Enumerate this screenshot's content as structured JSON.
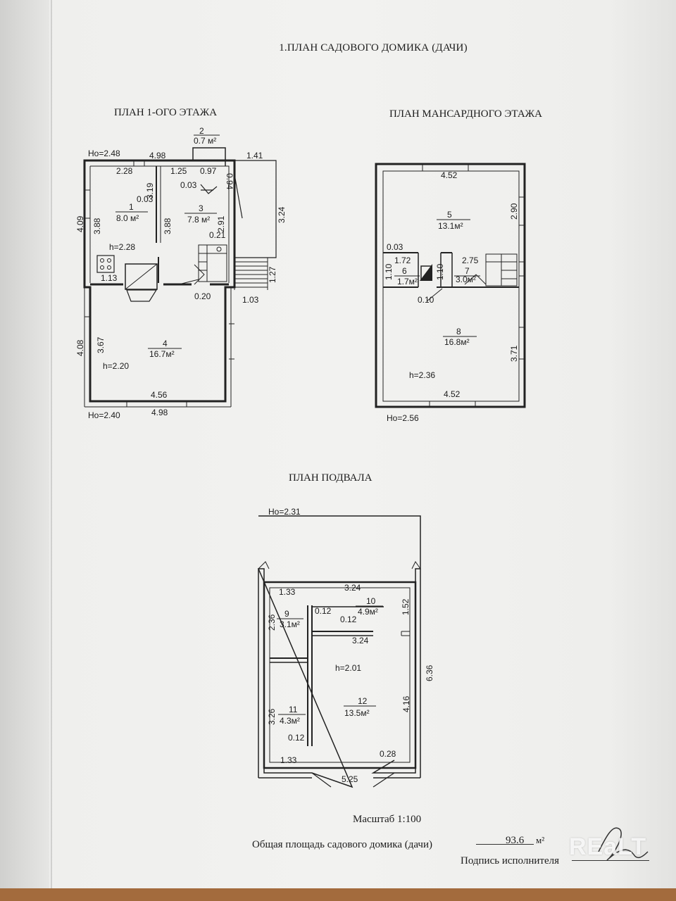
{
  "document": {
    "title": "1.ПЛАН САДОВОГО ДОМИКА (ДАЧИ)",
    "plans": {
      "ground": {
        "heading": "ПЛАН 1-ОГО ЭТАЖА",
        "dims": [
          "4.98",
          "2.28",
          "1.25",
          "0.97",
          "0.03",
          "0.94",
          "1.41",
          "0.03",
          "3.19",
          "3.88",
          "3.88",
          "4.09",
          "2.91",
          "0.21",
          "3.24",
          "1.13",
          "1.27",
          "1.03",
          "0.20",
          "4.08",
          "3.67",
          "4.56",
          "4.98"
        ],
        "levels": [
          "Ho=2.48",
          "h=2.28",
          "h=2.20",
          "Ho=2.40"
        ],
        "rooms": [
          {
            "num": "1",
            "area": "8.0 м²"
          },
          {
            "num": "2",
            "area": "0.7 м²"
          },
          {
            "num": "3",
            "area": "7.8 м²"
          },
          {
            "num": "4",
            "area": "16.7м²"
          }
        ]
      },
      "attic": {
        "heading": "ПЛАН МАНСАРДНОГО ЭТАЖА",
        "dims": [
          "4.52",
          "2.90",
          "0.03",
          "1.72",
          "2.75",
          "1.10",
          "1.10",
          "0.10",
          "3.71",
          "4.52"
        ],
        "levels": [
          "h=2.36",
          "Ho=2.56"
        ],
        "rooms": [
          {
            "num": "5",
            "area": "13.1м²"
          },
          {
            "num": "6",
            "area": "1.7м²"
          },
          {
            "num": "7",
            "area": "3.0м²"
          },
          {
            "num": "8",
            "area": "16.8м²"
          }
        ]
      },
      "basement": {
        "heading": "ПЛАН ПОДВАЛА",
        "dims": [
          "1.33",
          "3.24",
          "0.12",
          "0.12",
          "3.24",
          "1.52",
          "2.36",
          "6.36",
          "4.16",
          "3.26",
          "0.12",
          "1.33",
          "0.28",
          "5.25"
        ],
        "levels": [
          "Ho=2.31",
          "h=2.01"
        ],
        "rooms": [
          {
            "num": "9",
            "area": "3.1м²"
          },
          {
            "num": "10",
            "area": "4.9м²"
          },
          {
            "num": "11",
            "area": "4.3м²"
          },
          {
            "num": "12",
            "area": "13.5м²"
          }
        ]
      }
    },
    "footer": {
      "scale": "Масштаб 1:100",
      "total_area_label": "Общая площадь садового домика (дачи)",
      "total_area_value": "93.6",
      "area_unit": "м²",
      "signature_label": "Подпись исполнителя"
    },
    "watermark": "REaLT"
  }
}
